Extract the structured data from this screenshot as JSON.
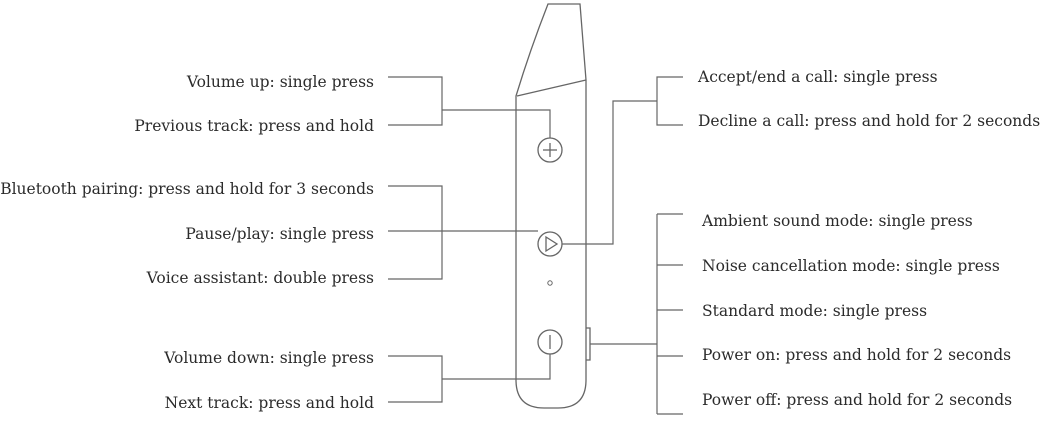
{
  "diagram": {
    "line_color": "#666666",
    "text_color": "#2b2b2b",
    "left_groups": [
      {
        "button": "volume-up-button",
        "labels": [
          {
            "id": "volume-up",
            "text": "Volume up: single press"
          },
          {
            "id": "previous-track",
            "text": "Previous track: press and hold"
          }
        ]
      },
      {
        "button": "play-pause-button",
        "labels": [
          {
            "id": "bluetooth-pairing",
            "text": "Bluetooth pairing: press and hold for 3 seconds"
          },
          {
            "id": "pause-play",
            "text": "Pause/play: single press"
          },
          {
            "id": "voice-assistant",
            "text": "Voice assistant: double press"
          }
        ]
      },
      {
        "button": "volume-down-button",
        "labels": [
          {
            "id": "volume-down",
            "text": "Volume down: single press"
          },
          {
            "id": "next-track",
            "text": "Next track: press and hold"
          }
        ]
      }
    ],
    "right_groups": [
      {
        "button": "play-pause-button",
        "labels": [
          {
            "id": "accept-end-call",
            "text": "Accept/end a call: single press"
          },
          {
            "id": "decline-call",
            "text": "Decline a call: press and hold for 2 seconds"
          }
        ]
      },
      {
        "button": "side-power-button",
        "labels": [
          {
            "id": "ambient-sound-mode",
            "text": "Ambient sound mode: single press"
          },
          {
            "id": "noise-cancellation-mode",
            "text": "Noise cancellation mode: single press"
          },
          {
            "id": "standard-mode",
            "text": "Standard mode: single press"
          },
          {
            "id": "power-on",
            "text": "Power on: press and hold for 2 seconds"
          },
          {
            "id": "power-off",
            "text": "Power off: press and hold for 2 seconds"
          }
        ]
      }
    ]
  }
}
